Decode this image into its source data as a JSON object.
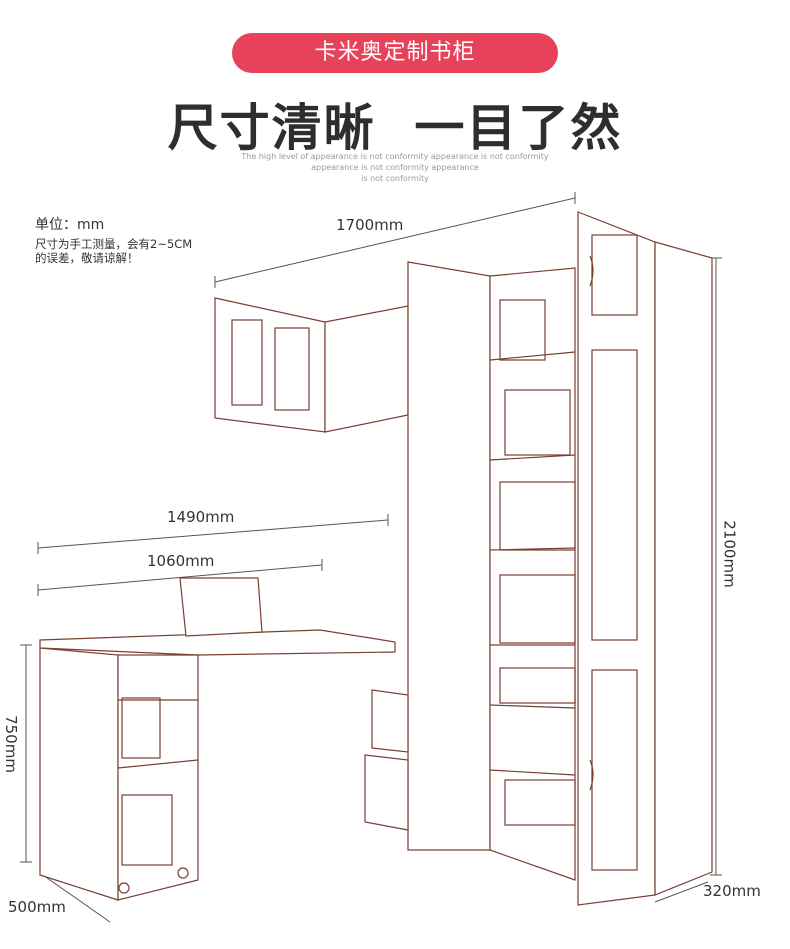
{
  "banner": {
    "label": "卡米奥定制书柜"
  },
  "headline": {
    "text": "尺寸清晰  一目了然"
  },
  "subtitle": {
    "line1": "The high level of appearance is not conformity appearance is not conformity",
    "line2": "appearance is not conformity appearance",
    "line3": "is not conformity"
  },
  "unit": {
    "label": "单位：mm"
  },
  "notice": {
    "line1": "尺寸为手工测量，会有2~5CM",
    "line2": "的误差，敬请谅解！"
  },
  "dimensions": {
    "width_total": "1700mm",
    "desk_long": "1490mm",
    "desk_short": "1060mm",
    "height_total": "2100mm",
    "desk_height": "750mm",
    "desk_depth": "500mm",
    "cabinet_depth": "320mm"
  }
}
